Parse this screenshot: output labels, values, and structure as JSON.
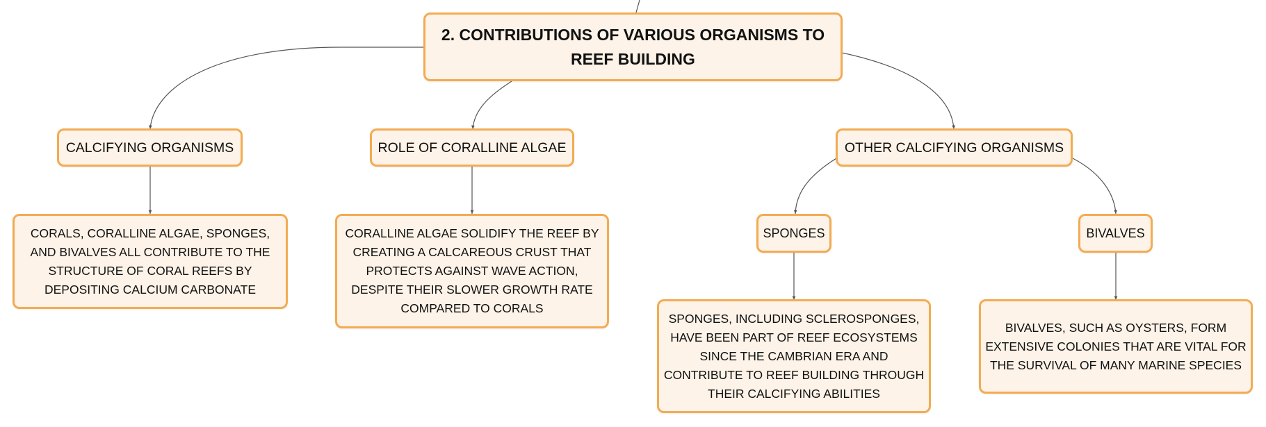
{
  "diagram": {
    "root": {
      "label": "2. CONTRIBUTIONS OF VARIOUS ORGANISMS TO REEF BUILDING"
    },
    "branches": [
      {
        "label": "CALCIFYING ORGANISMS",
        "detail": "CORALS, CORALLINE ALGAE, SPONGES, AND BIVALVES ALL CONTRIBUTE TO THE STRUCTURE OF CORAL REEFS BY DEPOSITING CALCIUM CARBONATE"
      },
      {
        "label": "ROLE OF CORALLINE ALGAE",
        "detail": "CORALLINE ALGAE SOLIDIFY THE REEF BY CREATING A CALCAREOUS CRUST THAT PROTECTS AGAINST WAVE ACTION, DESPITE THEIR SLOWER GROWTH RATE COMPARED TO CORALS"
      },
      {
        "label": "OTHER CALCIFYING ORGANISMS",
        "children": [
          {
            "label": "SPONGES",
            "detail": "SPONGES, INCLUDING SCLEROSPONGES, HAVE BEEN PART OF REEF ECOSYSTEMS SINCE THE CAMBRIAN ERA AND CONTRIBUTE TO REEF BUILDING THROUGH THEIR CALCIFYING ABILITIES"
          },
          {
            "label": "BIVALVES",
            "detail": "BIVALVES, SUCH AS OYSTERS, FORM EXTENSIVE COLONIES THAT ARE VITAL FOR THE SURVIVAL OF MANY MARINE SPECIES"
          }
        ]
      }
    ]
  },
  "colors": {
    "node_fill": "#fdf3e8",
    "node_border": "#f3ab52",
    "connector": "#555555",
    "text": "#111111"
  }
}
